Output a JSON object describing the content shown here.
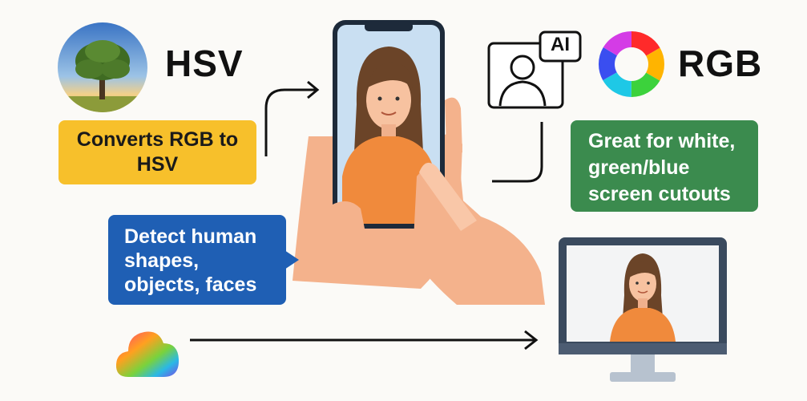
{
  "labels": {
    "hsv": "HSV",
    "rgb": "RGB",
    "ai_badge": "AI"
  },
  "callouts": {
    "converts": "Converts RGB to HSV",
    "detect": "Detect human shapes, objects, faces",
    "great": "Great for white, green/blue screen cutouts"
  },
  "colors": {
    "yellow_callout": "#f7c02b",
    "blue_callout": "#1f5fb4",
    "green_callout": "#3b8b4e",
    "shirt_orange": "#f08a3c",
    "skin": "#f7c2a0",
    "hair": "#6b4428",
    "phone_bg": "#c9dff2",
    "monitor_bezel": "#3a4a5e"
  },
  "icons": {
    "tree": "tree-photo-icon",
    "color_wheel": "rgb-color-wheel-icon",
    "ai_person": "ai-person-icon",
    "cloud": "gradient-cloud-icon",
    "arrow": "arrow-icon"
  }
}
